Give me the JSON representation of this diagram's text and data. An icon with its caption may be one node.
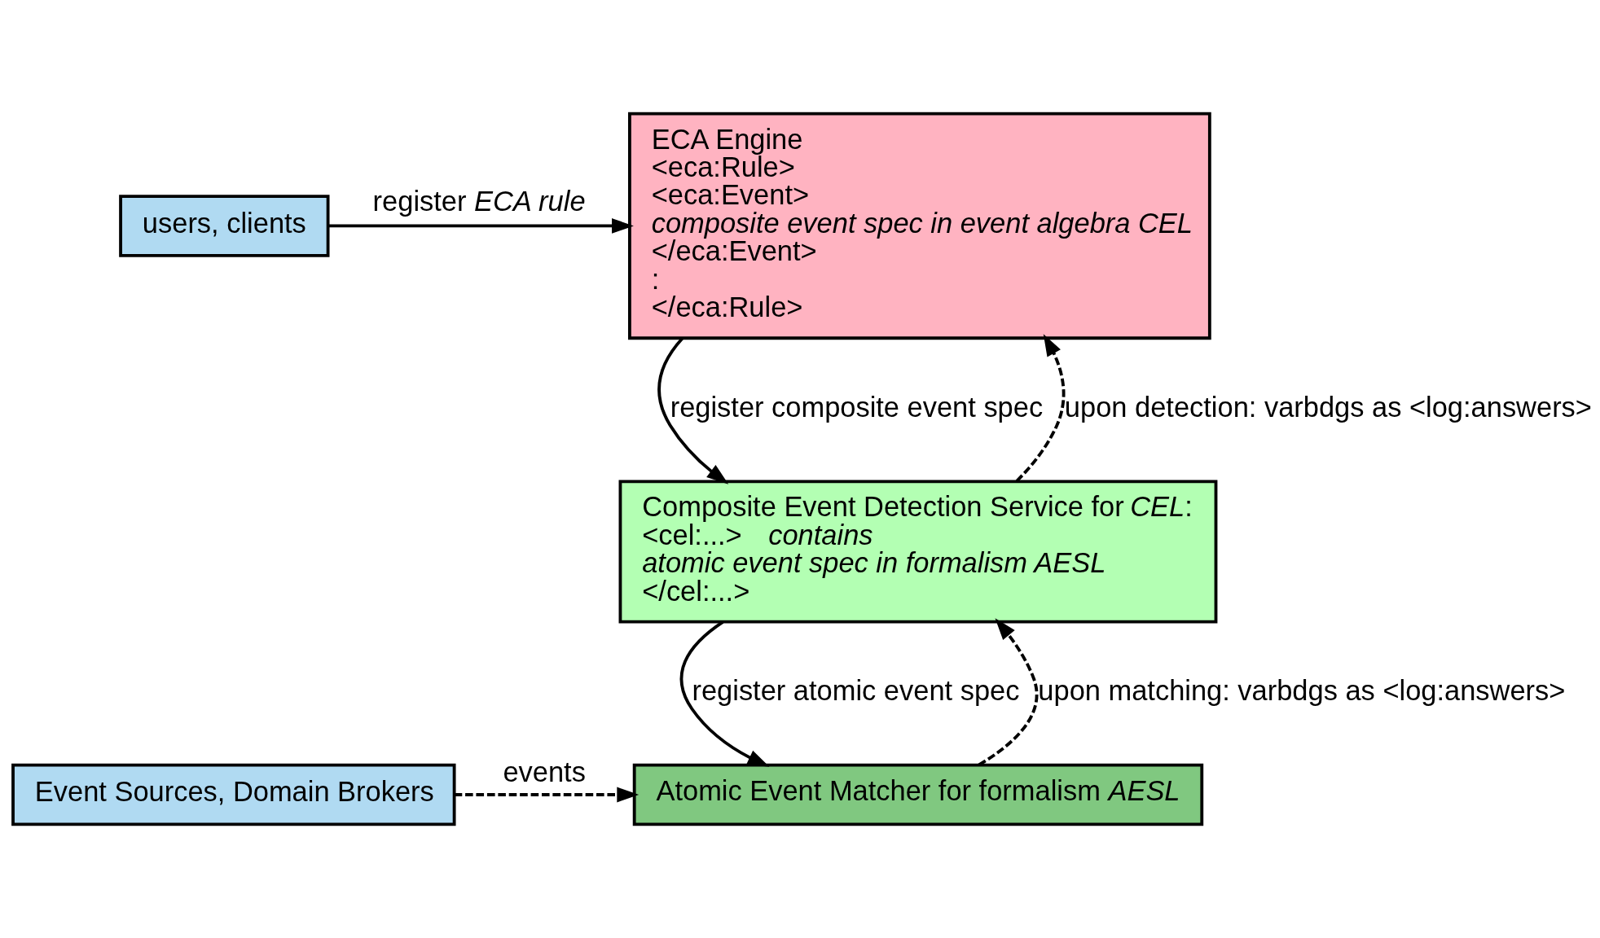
{
  "diagram": {
    "nodes": [
      {
        "text": [
          "users, clients"
        ]
      },
      {
        "text": [
          "ECA Engine",
          "<eca:Rule>",
          "<eca:Event>",
          "*composite event spec in event algebra CEL*",
          "</eca:Event>",
          ":",
          "</eca:Rule>"
        ]
      },
      {
        "text": [
          "Composite Event Detection Service for *CEL*:",
          "<cel:...>   *contains*",
          "*atomic event spec in formalism AESL*",
          "</cel:...>"
        ]
      },
      {
        "text": [
          "Event Sources, Domain Brokers"
        ]
      },
      {
        "text": [
          "Atomic Event Matcher for formalism *AESL*"
        ]
      }
    ],
    "edges": [
      {
        "from": 0,
        "to": 1,
        "arrow": "to",
        "label": "register *ECA rule*"
      },
      {
        "from": 1,
        "to": 2,
        "arrow": "to",
        "label": "register composite event spec"
      },
      {
        "from": 2,
        "to": 1,
        "arrow": "to",
        "style": "dashed",
        "label": "upon detection: varbdgs as <log:answers>"
      },
      {
        "from": 2,
        "to": 4,
        "arrow": "to",
        "label": "register atomic event spec"
      },
      {
        "from": 4,
        "to": 2,
        "arrow": "to",
        "style": "dashed",
        "label": "upon matching: varbdgs as <log:answers>"
      },
      {
        "from": 3,
        "to": 4,
        "arrow": "to",
        "style": "dashed",
        "label": "events"
      }
    ]
  }
}
